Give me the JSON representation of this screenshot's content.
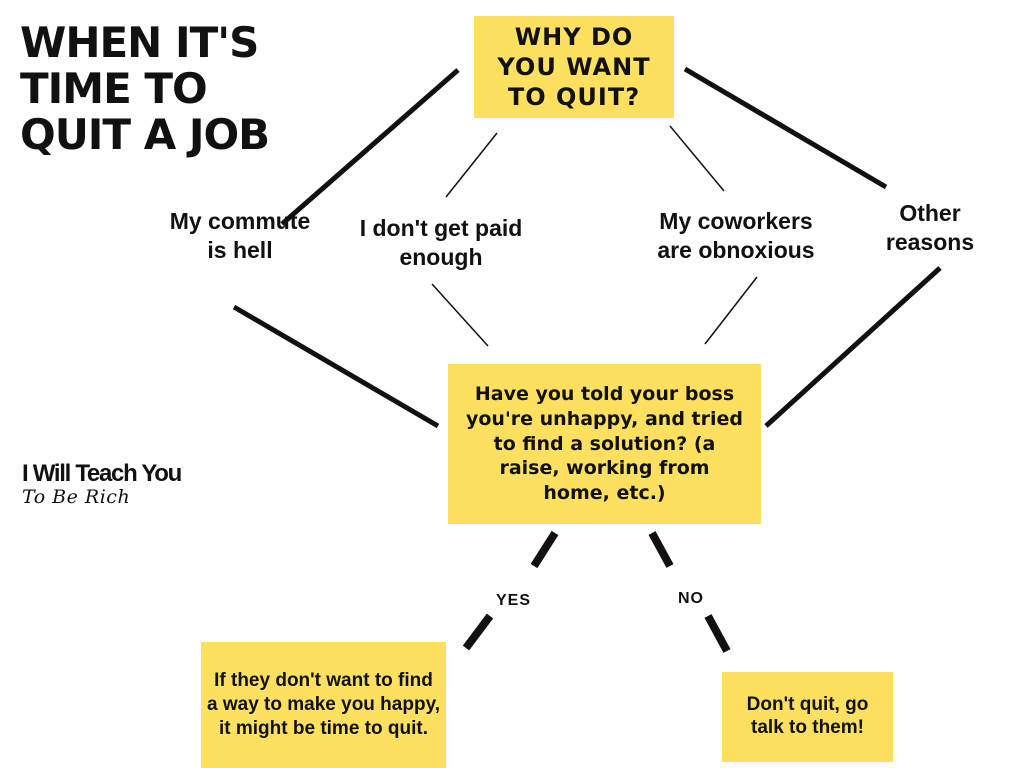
{
  "title": "WHEN IT'S TIME TO QUIT A JOB",
  "question": "WHY DO YOU WANT TO QUIT?",
  "reasons": [
    "My commute is hell",
    "I don't get paid enough",
    "My coworkers are obnoxious",
    "Other reasons"
  ],
  "followup_question": "Have you told your boss you're unhappy, and tried to find a solution? (a raise, working from home, etc.)",
  "branches": {
    "yes": "YES",
    "no": "NO"
  },
  "outcomes": {
    "yes": "If they don't want to find a way to make you happy, it might be time to quit.",
    "no": "Don't quit, go talk to them!"
  },
  "logo": {
    "main": "I Will Teach You",
    "sub": "To Be Rich"
  },
  "colors": {
    "box_fill": "#fde060",
    "text": "#111111",
    "background": "#ffffff"
  }
}
